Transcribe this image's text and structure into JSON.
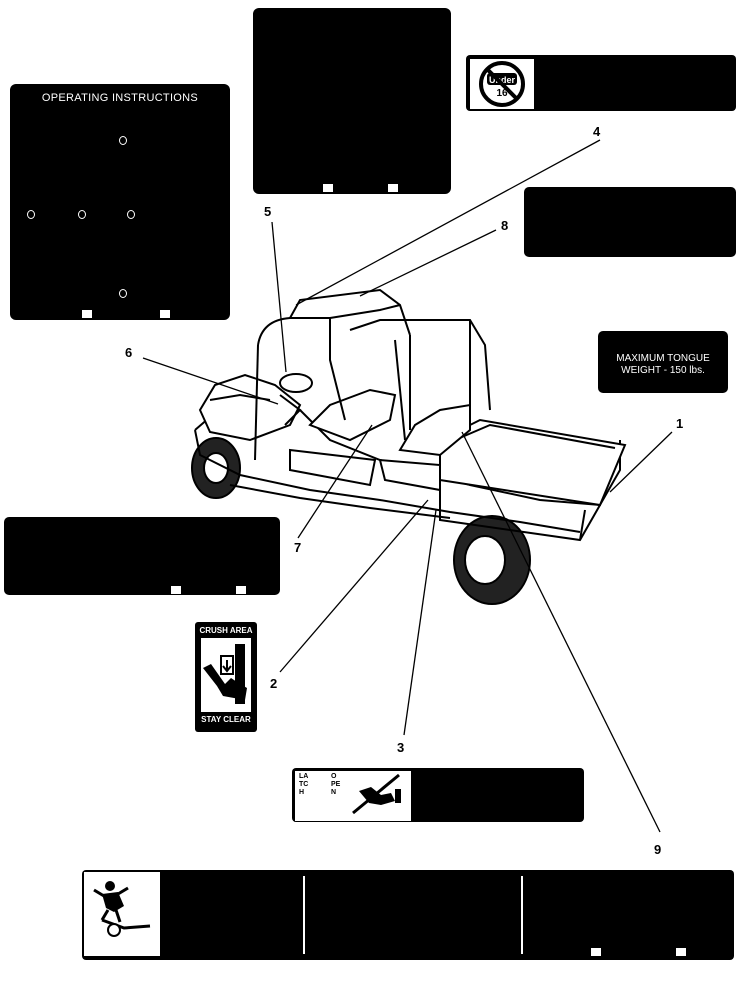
{
  "decals": {
    "operating": {
      "title": "OPERATING INSTRUCTIONS"
    },
    "tongue": {
      "line1": "MAXIMUM TONGUE",
      "line2": "WEIGHT - 150 lbs."
    },
    "crush": {
      "top": "CRUSH AREA",
      "bottom": "STAY CLEAR"
    },
    "latch": {
      "latch": "LATCH",
      "open": "OPEN"
    },
    "no_under": {
      "badge": "Under",
      "age": "16"
    }
  },
  "callouts": [
    "1",
    "2",
    "3",
    "4",
    "5",
    "6",
    "7",
    "8",
    "9"
  ]
}
